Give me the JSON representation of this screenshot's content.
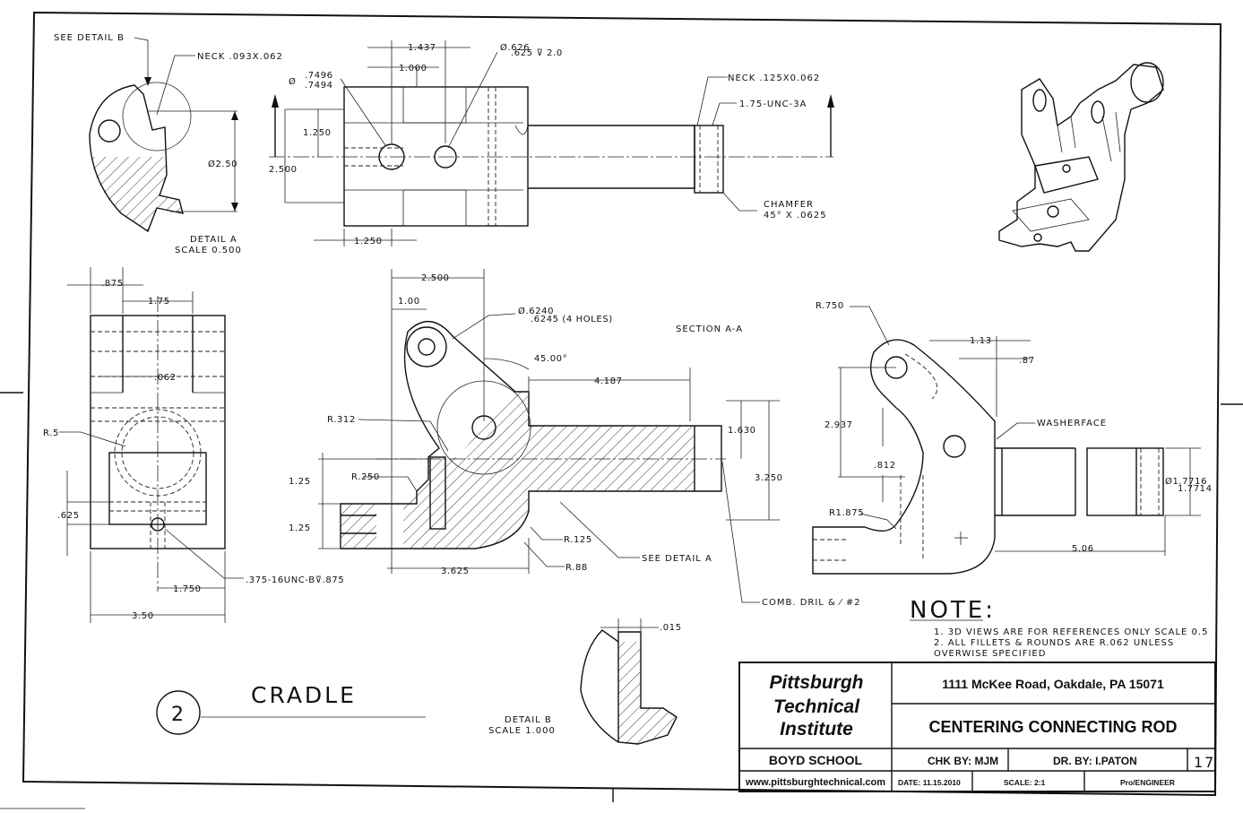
{
  "drawing": {
    "part_name": "CRADLE",
    "sheet_callout": "2",
    "views": {
      "detail_a": {
        "label": "DETAIL  A",
        "scale": "SCALE  0.500",
        "see_detail": "SEE DETAIL  B",
        "neck": "NECK .093X.062",
        "dia": "Ø2.50"
      },
      "detail_b": {
        "label": "DETAIL  B",
        "scale": "SCALE  1.000",
        "dim": ".015"
      },
      "section": {
        "label": "SECTION A-A"
      }
    },
    "dims": {
      "d_1437": "1.437",
      "d_1000": "1.000",
      "d_hole_top": "Ø.626",
      "d_hole_bot": ".625  ⊽  2.0",
      "d_phi": "Ø",
      "d_7496": ".7496",
      "d_7494": ".7494",
      "d_1250": "1.250",
      "d_2500": "2.500",
      "d_1250b": "1.250",
      "neck2": "NECK .125X0.062",
      "thread": "1.75-UNC-3A",
      "chamfer1": "CHAMFER",
      "chamfer2": "45°  X  .0625",
      "d_875": ".875",
      "d_175": "1.75",
      "d_062": ".062",
      "d_r5": "R.5",
      "d_625": ".625",
      "d_1750": "1.750",
      "d_350": "3.50",
      "d_tap": ".375-16UNC-B⊽.875",
      "f_2500": "2.500",
      "f_100": "1.00",
      "f_hole1": "Ø.6240",
      "f_hole2": ".6245 (4 HOLES)",
      "f_45": "45.00°",
      "f_4187": "4.187",
      "f_r312": "R.312",
      "f_r250": "R.250",
      "f_125a": "1.25",
      "f_125b": "1.25",
      "f_1630": "1.630",
      "f_3250": "3.250",
      "f_r125": "R.125",
      "f_r88": "R.88",
      "f_3625": "3.625",
      "f_seeA": "SEE DETAIL  A",
      "f_comb": "COMB. DRIL &  ⁄  #2",
      "s_r750": "R.750",
      "s_113": "1.13",
      "s_87": ".87",
      "s_2937": "2.937",
      "s_washer": "WASHERFACE",
      "s_812": ".812",
      "s_r1875": "R1.875",
      "s_1716": "Ø1.7716",
      "s_1714": "1.7714",
      "s_506": "5.06"
    },
    "notes": {
      "heading": "NOTE:",
      "line1": "1. 3D VIEWS ARE FOR REFERENCES ONLY SCALE 0.5",
      "line2": "2. ALL FILLETS & ROUNDS ARE R.062 UNLESS",
      "line3": "OVERWISE SPECIFIED"
    }
  },
  "title_block": {
    "school_line1": "Pittsburgh",
    "school_line2": "Technical",
    "school_line3": "Institute",
    "address": "1111 McKee Road, Oakdale, PA 15071",
    "title": "CENTERING CONNECTING ROD",
    "division": "BOYD SCHOOL",
    "checked_by": "CHK BY: MJM",
    "drawn_by": "DR. BY: I.PATON",
    "sheet_no": "17",
    "website": "www.pittsburghtechnical.com",
    "date": "DATE: 11.15.2010",
    "scale": "SCALE: 2:1",
    "software": "Pro/ENGINEER"
  }
}
